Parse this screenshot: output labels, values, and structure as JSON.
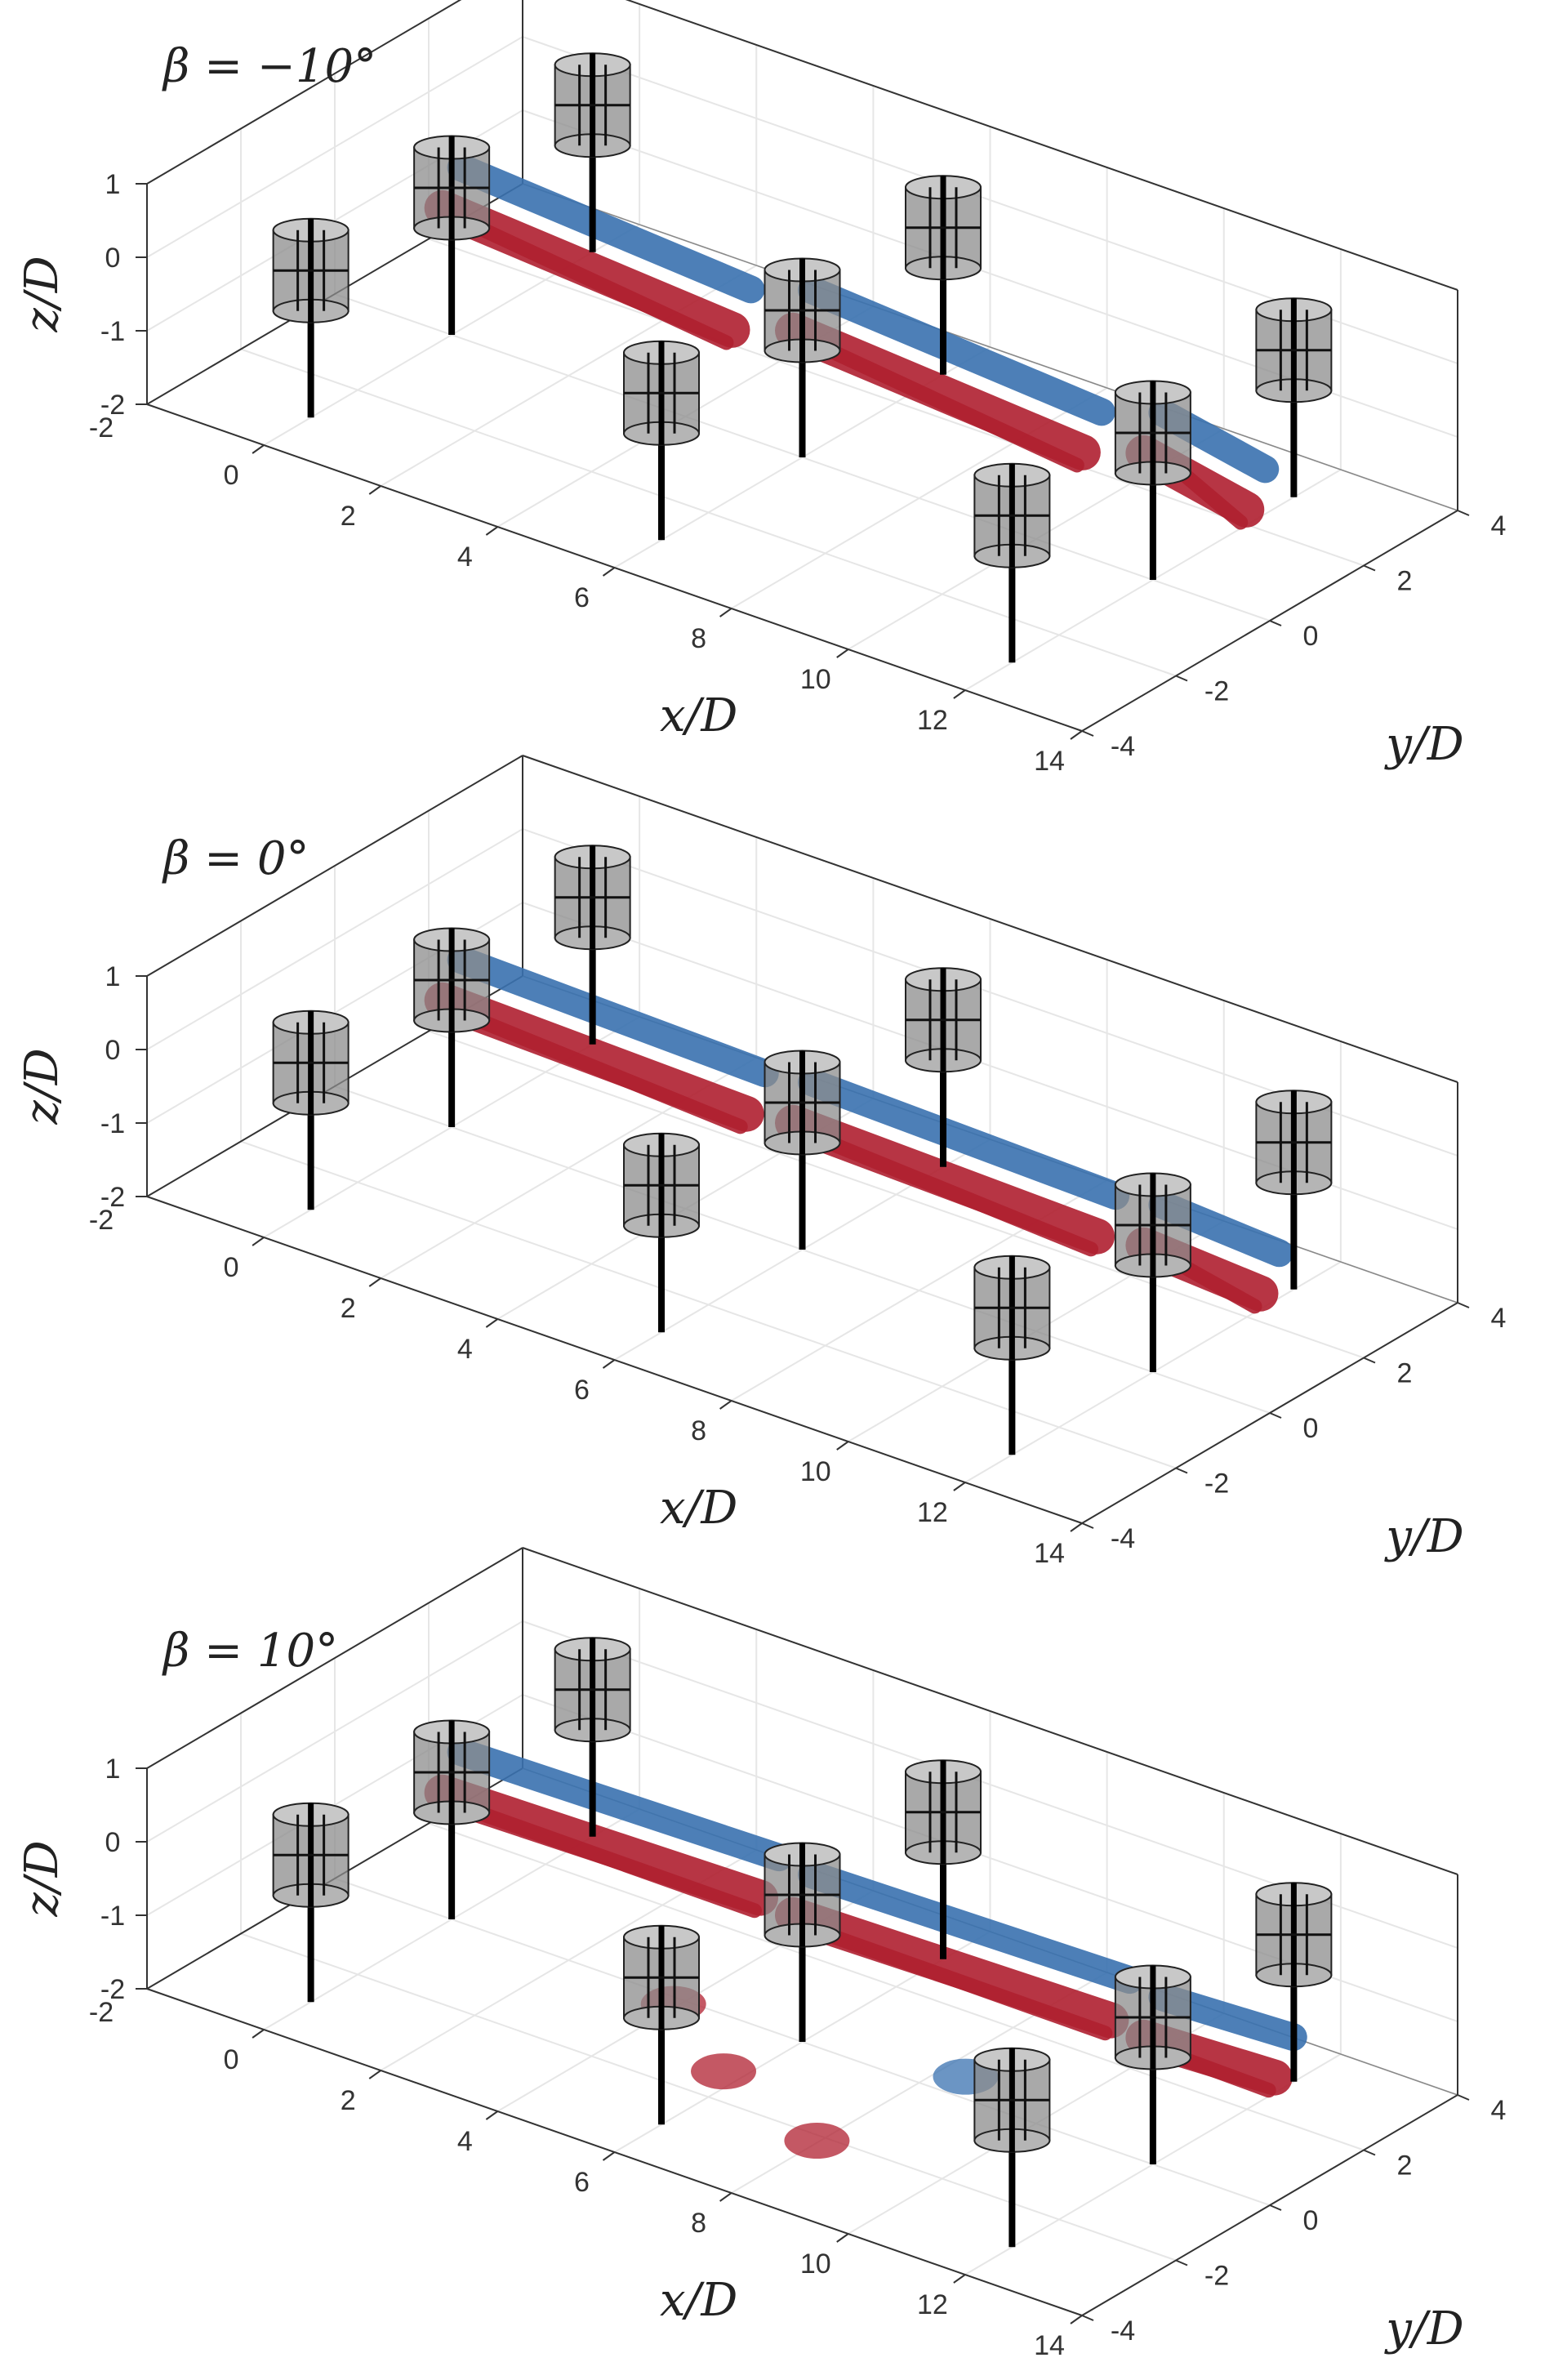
{
  "chart_data": [
    {
      "type": "scatter",
      "title": "β = −10°",
      "xlabel": "x/D",
      "ylabel": "y/D",
      "zlabel": "z/D",
      "xlim": [
        -2,
        14
      ],
      "ylim": [
        -4,
        4
      ],
      "zlim": [
        -2,
        1
      ],
      "x_ticks": [
        "0",
        "2",
        "4",
        "6",
        "8",
        "10",
        "12",
        "14"
      ],
      "y_ticks": [
        "-4",
        "-2",
        "0",
        "2",
        "4"
      ],
      "z_ticks": [
        "1",
        "0",
        "-1",
        "-2"
      ],
      "x_tick_extra": "-2",
      "turbines": [
        {
          "x": 0,
          "y": 0
        },
        {
          "x": 0,
          "y": 3
        },
        {
          "x": 0,
          "y": -3
        },
        {
          "x": 6,
          "y": 0
        },
        {
          "x": 6,
          "y": 3
        },
        {
          "x": 6,
          "y": -3
        },
        {
          "x": 12,
          "y": 0
        },
        {
          "x": 12,
          "y": 3
        },
        {
          "x": 12,
          "y": -3
        }
      ],
      "grid": true,
      "colors": {
        "positive": "#b02030",
        "negative": "#3a72b0"
      }
    },
    {
      "type": "scatter",
      "title": "β = 0°",
      "xlabel": "x/D",
      "ylabel": "y/D",
      "zlabel": "z/D",
      "xlim": [
        -2,
        14
      ],
      "ylim": [
        -4,
        4
      ],
      "zlim": [
        -2,
        1
      ],
      "x_ticks": [
        "0",
        "2",
        "4",
        "6",
        "8",
        "10",
        "12",
        "14"
      ],
      "y_ticks": [
        "-4",
        "-2",
        "0",
        "2",
        "4"
      ],
      "z_ticks": [
        "1",
        "0",
        "-1",
        "-2"
      ],
      "x_tick_extra": "-2",
      "turbines": [
        {
          "x": 0,
          "y": 0
        },
        {
          "x": 0,
          "y": 3
        },
        {
          "x": 0,
          "y": -3
        },
        {
          "x": 6,
          "y": 0
        },
        {
          "x": 6,
          "y": 3
        },
        {
          "x": 6,
          "y": -3
        },
        {
          "x": 12,
          "y": 0
        },
        {
          "x": 12,
          "y": 3
        },
        {
          "x": 12,
          "y": -3
        }
      ],
      "grid": true,
      "colors": {
        "positive": "#b02030",
        "negative": "#3a72b0"
      }
    },
    {
      "type": "scatter",
      "title": "β = 10°",
      "xlabel": "x/D",
      "ylabel": "y/D",
      "zlabel": "z/D",
      "xlim": [
        -2,
        14
      ],
      "ylim": [
        -4,
        4
      ],
      "zlim": [
        -2,
        1
      ],
      "x_ticks": [
        "0",
        "2",
        "4",
        "6",
        "8",
        "10",
        "12",
        "14"
      ],
      "y_ticks": [
        "-4",
        "-2",
        "0",
        "2",
        "4"
      ],
      "z_ticks": [
        "1",
        "0",
        "-1",
        "-2"
      ],
      "x_tick_extra": "-2",
      "turbines": [
        {
          "x": 0,
          "y": 0
        },
        {
          "x": 0,
          "y": 3
        },
        {
          "x": 0,
          "y": -3
        },
        {
          "x": 6,
          "y": 0
        },
        {
          "x": 6,
          "y": 3
        },
        {
          "x": 6,
          "y": -3
        },
        {
          "x": 12,
          "y": 0
        },
        {
          "x": 12,
          "y": 3
        },
        {
          "x": 12,
          "y": -3
        }
      ],
      "grid": true,
      "colors": {
        "positive": "#b02030",
        "negative": "#3a72b0"
      }
    }
  ]
}
